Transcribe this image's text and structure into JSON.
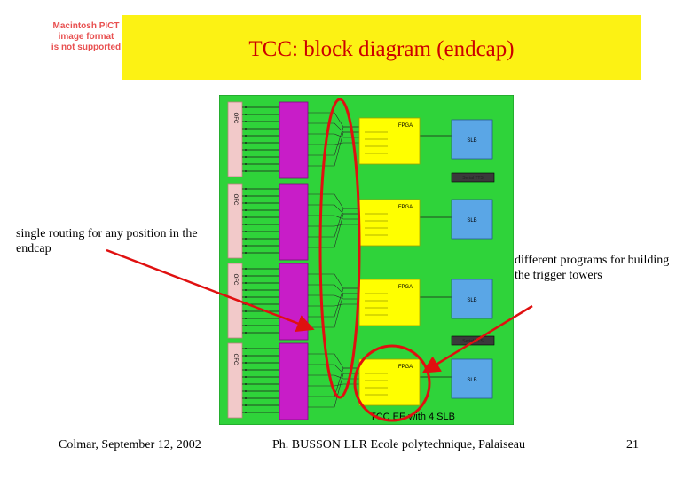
{
  "placeholder_text": "Macintosh PICT\nimage format\nis not supported",
  "title": "TCC: block diagram (endcap)",
  "notes": {
    "left": "single routing for any position in the endcap",
    "right": "different programs for building the trigger towers"
  },
  "footer": {
    "left": "Colmar, September 12, 2002",
    "center": "Ph. BUSSON LLR Ecole polytechnique, Palaiseau",
    "right": "21"
  },
  "diagram": {
    "ofc_label": "OFC",
    "fpga_label": "FPGA",
    "slb_label": "SLB",
    "serial_label": "Serial TTS",
    "board_caption": "TCC EE with 4 SLB"
  },
  "colors": {
    "title_bar": "#fcf214",
    "title_text": "#cc0000",
    "board": "#2fd33a",
    "ofc": "#f2c9c9",
    "deser": "#c81dc8",
    "fpga": "#ffff00",
    "slb": "#5aa6e6",
    "annotation": "#e01010"
  }
}
